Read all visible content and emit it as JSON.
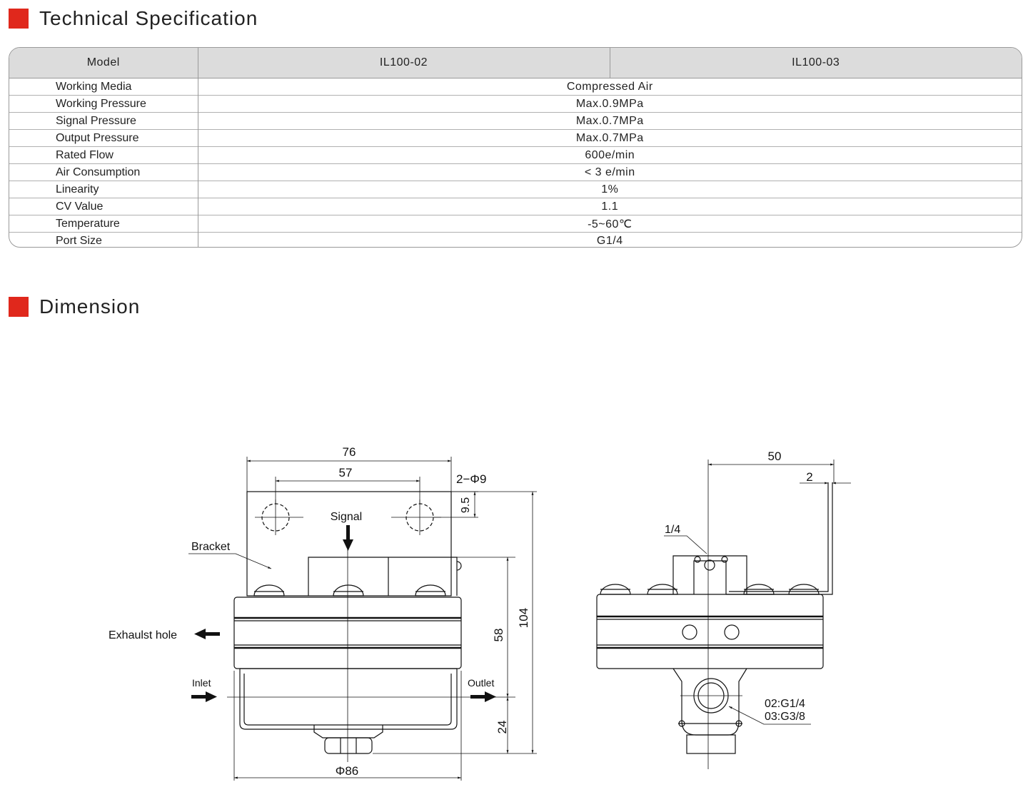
{
  "spec_section": {
    "title": "Technical Specification"
  },
  "spec_table": {
    "header": [
      "Model",
      "IL100-02",
      "IL100-03"
    ],
    "rows": [
      {
        "label": "Working Media",
        "value": "Compressed Air"
      },
      {
        "label": "Working Pressure",
        "value": "Max.0.9MPa"
      },
      {
        "label": "Signal Pressure",
        "value": "Max.0.7MPa"
      },
      {
        "label": "Output Pressure",
        "value": "Max.0.7MPa"
      },
      {
        "label": "Rated Flow",
        "value": "600e/min"
      },
      {
        "label": "Air Consumption",
        "value": "< 3 e/min"
      },
      {
        "label": "Linearity",
        "value": "1%"
      },
      {
        "label": "CV Value",
        "value": "1.1"
      },
      {
        "label": "Temperature",
        "value": "-5~60℃"
      },
      {
        "label": "Port Size",
        "value": "G1/4"
      }
    ]
  },
  "dimension_section": {
    "title": "Dimension"
  },
  "drawing": {
    "front": {
      "dim_76": "76",
      "dim_57": "57",
      "hole_spec": "2−Φ9",
      "dim_9_5": "9.5",
      "dim_104": "104",
      "dim_58": "58",
      "dim_24": "24",
      "dim_phi86": "Φ86",
      "signal": "Signal",
      "bracket": "Bracket",
      "exhaust": "Exhaulst hole",
      "inlet": "Inlet",
      "outlet": "Outlet"
    },
    "side": {
      "dim_50": "50",
      "dim_2": "2",
      "port_top": "1/4",
      "port_02": "02:G1/4",
      "port_03": "03:G3/8"
    }
  },
  "colors": {
    "accent": "#e0281c",
    "header_bg": "#dcdcdc",
    "border": "#9a9a9a"
  }
}
